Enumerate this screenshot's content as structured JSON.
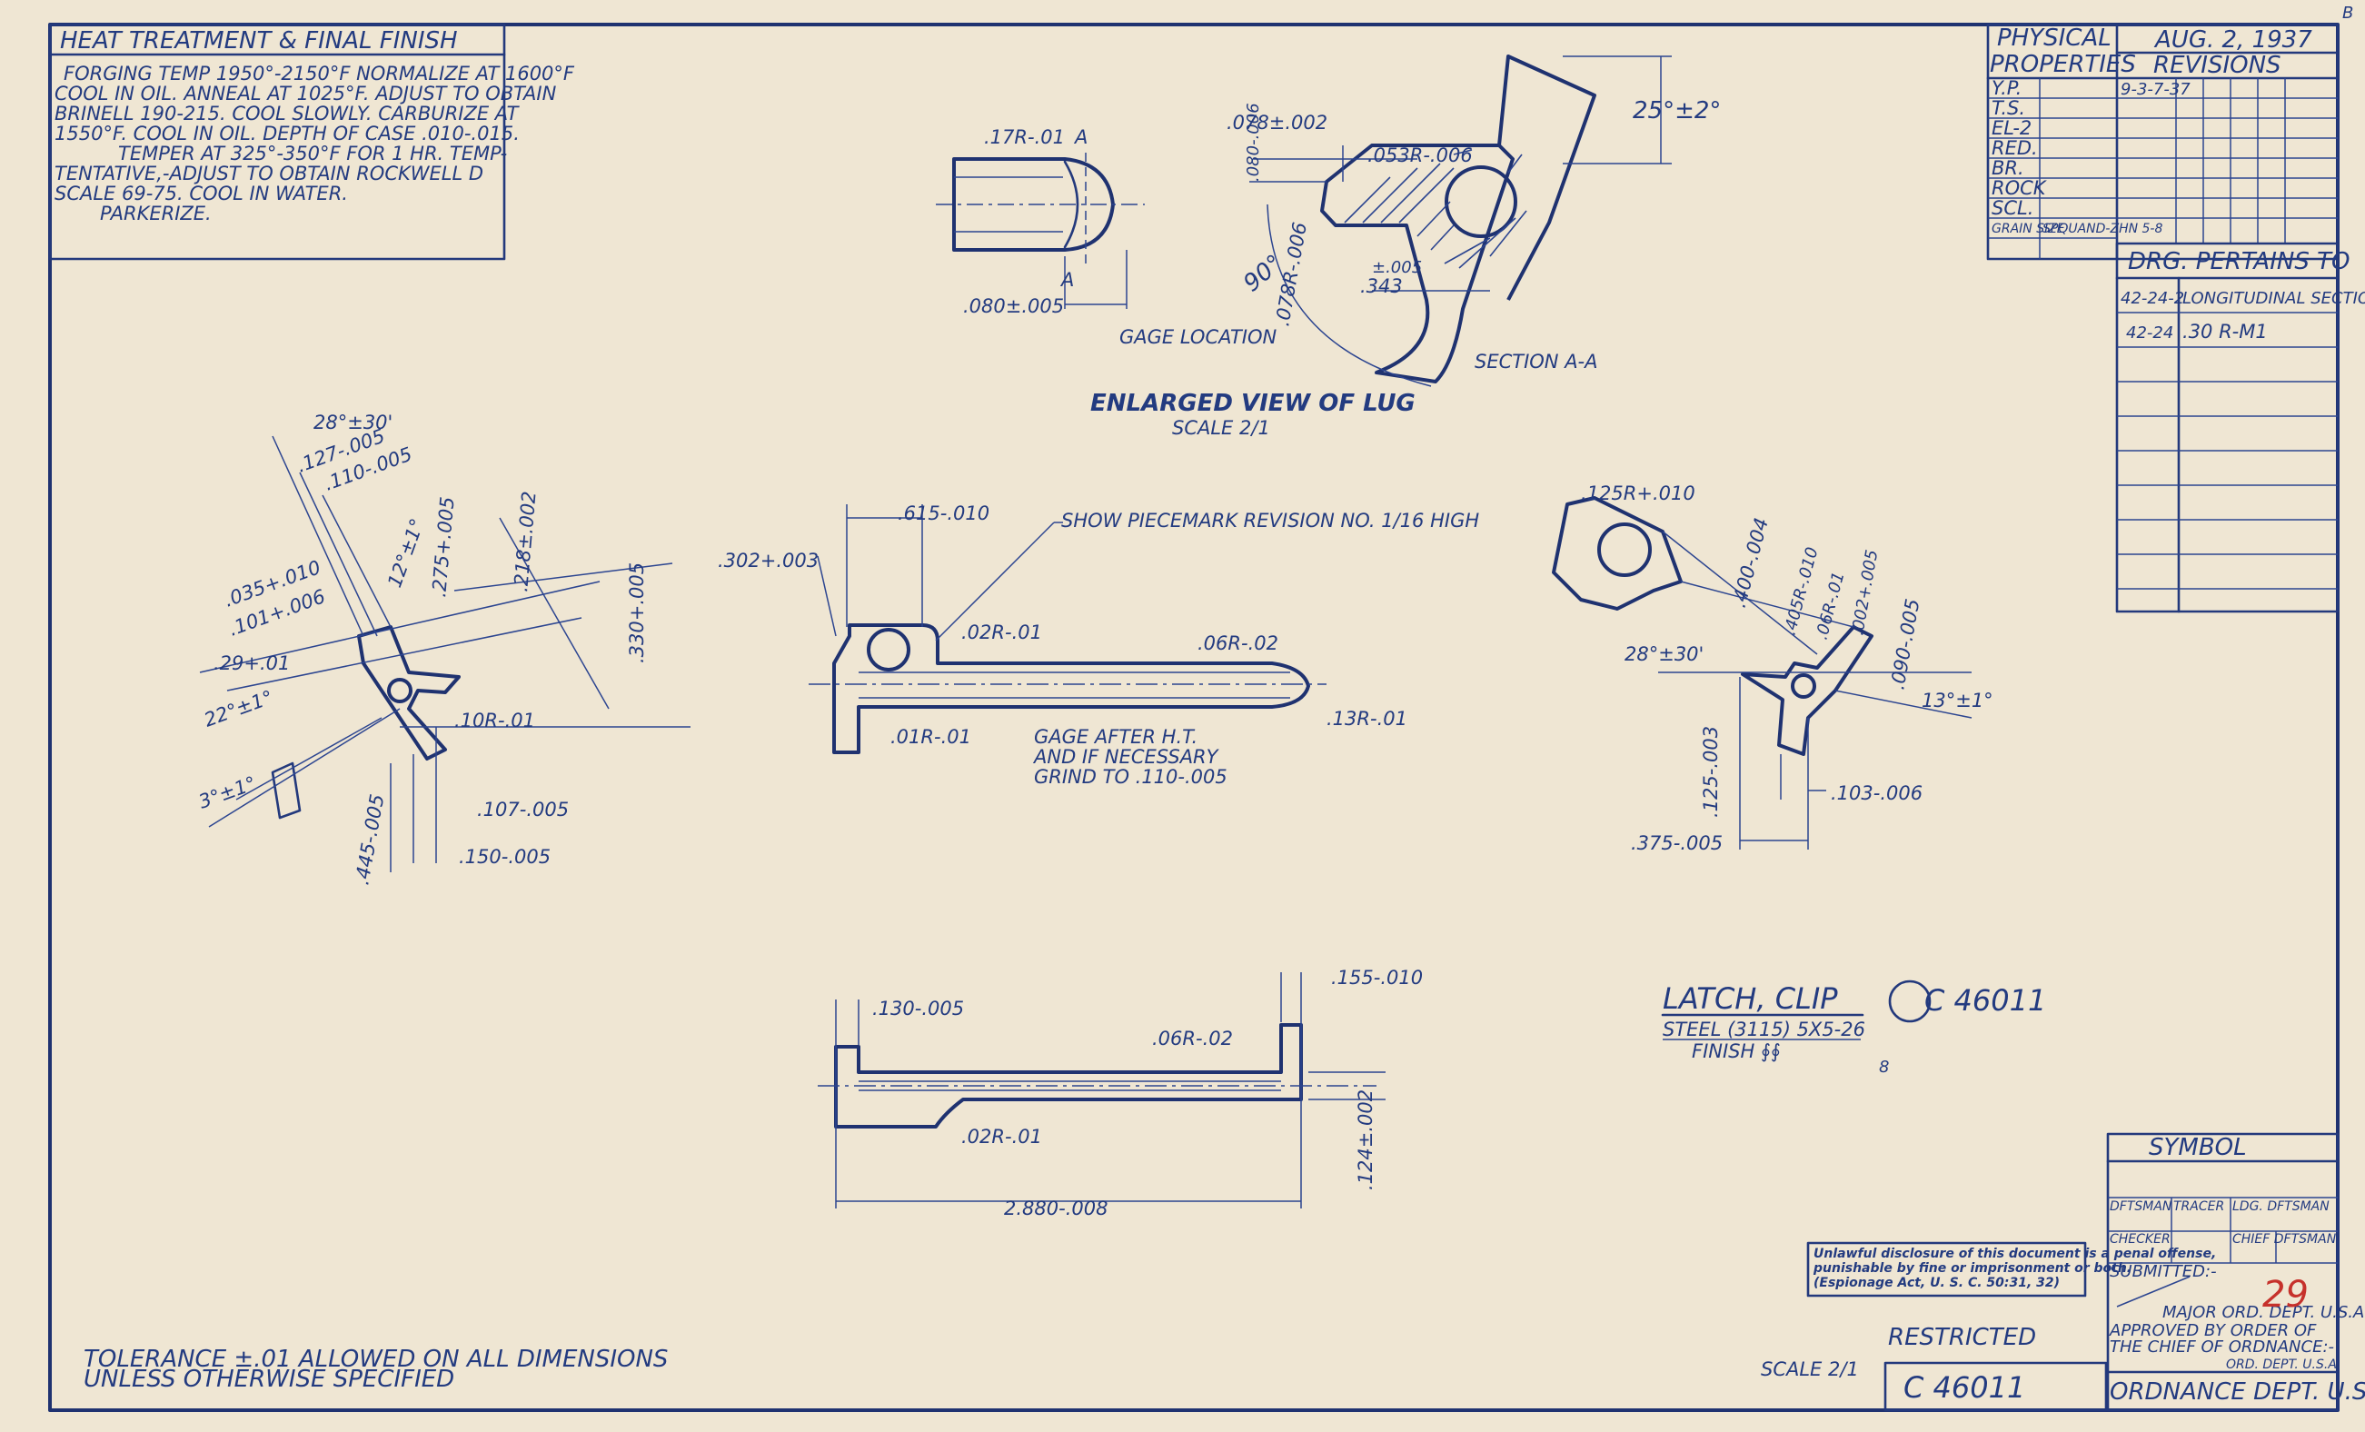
{
  "heat_treatment": {
    "title": "HEAT TREATMENT & FINAL FINISH",
    "lines": [
      "FORGING TEMP 1950°-2150°F  NORMALIZE AT 1600°F",
      "COOL IN OIL.  ANNEAL AT 1025°F.  ADJUST TO OBTAIN",
      "BRINELL 190-215.  COOL SLOWLY.  CARBURIZE AT",
      "1550°F.        COOL IN OIL.  DEPTH OF CASE .010-.015.",
      "TEMPER AT 325°-350°F FOR 1 HR.  TEMP-",
      "TENTATIVE,-ADJUST TO OBTAIN ROCKWELL  D",
      "SCALE 69-75.  COOL IN WATER.",
      "PARKERIZE."
    ]
  },
  "physical_properties": {
    "title_line1": "PHYSICAL",
    "title_line2": "PROPERTIES",
    "rows": [
      "Y.P.",
      "T.S.",
      "EL-2",
      "RED.",
      "BR.",
      "ROCK",
      "SCL.",
      "GRAIN SIZE"
    ],
    "grain_note": "SPQUAND-ZHN 5-8"
  },
  "revisions": {
    "date": "AUG. 2, 1937",
    "title": "REVISIONS",
    "first_entry": "9-3-7-37"
  },
  "drawing_pertains": {
    "title": "DRG. PERTAINS TO",
    "rows": [
      {
        "number": "42-24-2",
        "desc": "LONGITUDINAL SECTION"
      },
      {
        "number": "42-24",
        "desc": ".30 R-M1"
      }
    ]
  },
  "lug_view": {
    "title": "ENLARGED VIEW OF LUG",
    "scale": "SCALE 2/1",
    "gage_location": "GAGE LOCATION",
    "section": "SECTION A-A",
    "dims": {
      "r17": ".17R-.01",
      "w080": ".080±.005",
      "d078": ".078±.002",
      "d053": ".053R-.006",
      "d080v": ".080-.006",
      "r078": ".078R-.006",
      "d343a": "±.005",
      "d343b": ".343",
      "ang25": "25°±2°",
      "ang90": "90°",
      "sec_a": "A"
    }
  },
  "left_view": {
    "dims": {
      "ang28": "28°±30'",
      "d127": ".127-.005",
      "d110": ".110-.005",
      "d035": ".035+.010",
      "d101": ".101+.006",
      "d29": ".29+.01",
      "ang22": "22°±1°",
      "ang3": "3°±1°",
      "ang12": "12°±1°",
      "d275": ".275+.005",
      "d218": ".218±.002",
      "d330": ".330+.005",
      "r10": ".10R-.01",
      "d107": ".107-.005",
      "d150": ".150-.005",
      "d445": ".445-.005"
    }
  },
  "center_view": {
    "dims": {
      "d615": ".615-.010",
      "d302": ".302+.003",
      "note": "SHOW PIECEMARK REVISION NO. 1/16 HIGH",
      "r02": ".02R-.01",
      "r06": ".06R-.02",
      "r13": ".13R-.01",
      "r01": ".01R-.01",
      "gage1": "GAGE AFTER H.T.",
      "gage2": "AND IF NECESSARY",
      "gage3": "GRIND TO .110-.005"
    }
  },
  "right_view": {
    "dims": {
      "r125": ".125R+.010",
      "d400": ".400-.004",
      "r405": ".405R-.010",
      "r06": ".06R-.01",
      "d002": ".002+.005",
      "d090": ".090-.005",
      "ang28": "28°±30'",
      "ang13": "13°±1°",
      "d125": ".125-.003",
      "d103": ".103-.006",
      "d375": ".375-.005"
    }
  },
  "bottom_view": {
    "dims": {
      "d130": ".130-.005",
      "d155": ".155-.010",
      "r06": ".06R-.02",
      "r02": ".02R-.01",
      "d124": ".124±.002",
      "d2880": "2.880-.008"
    }
  },
  "part": {
    "name": "LATCH, CLIP",
    "number": "C 46011",
    "material": "STEEL (3115) 5X5-26",
    "finish": "FINISH ∮∮",
    "small_mark": "8"
  },
  "tolerance": {
    "line1": "TOLERANCE ±.01 ALLOWED ON ALL DIMENSIONS",
    "line2": "UNLESS OTHERWISE SPECIFIED"
  },
  "symbol_block": {
    "title": "SYMBOL",
    "dftsman": "DFTSMAN",
    "tracer": "TRACER",
    "ldg_dftsman": "LDG. DFTSMAN",
    "checker": "CHECKER",
    "chief": "CHIEF DFTSMAN",
    "submitted": "SUBMITTED:-",
    "major": "MAJOR ORD. DEPT. U.S.A.",
    "approved": "APPROVED BY ORDER OF",
    "chief_ord": "THE CHIEF OF ORDNANCE:-",
    "ord_dept": "ORD. DEPT. U.S.A.",
    "footer": "ORDNANCE DEPT. U.S.A.",
    "red_number": "29"
  },
  "notice": {
    "line1": "Unlawful disclosure of this document is a penal offense,",
    "line2": "punishable by fine or imprisonment or both.",
    "line3": "(Espionage Act, U. S. C. 50:31, 32)"
  },
  "footer": {
    "restricted": "RESTRICTED",
    "scale": "SCALE 2/1",
    "number": "C 46011"
  },
  "corner_mark": "B"
}
